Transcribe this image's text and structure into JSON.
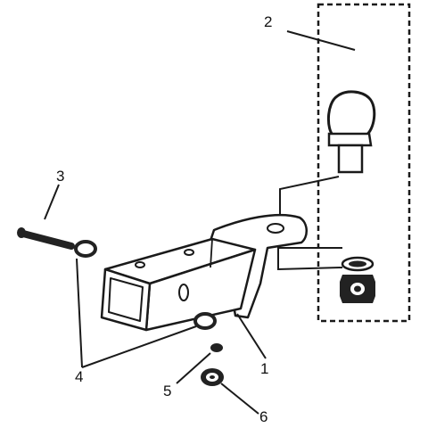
{
  "callouts": {
    "c1": "1",
    "c2": "2",
    "c3": "3",
    "c4": "4",
    "c5": "5",
    "c6": "6"
  },
  "parts": [
    {
      "id": "1",
      "icon": "hitch-receiver-icon"
    },
    {
      "id": "2",
      "icon": "hitch-ball-kit-icon"
    },
    {
      "id": "3",
      "icon": "pin-icon"
    },
    {
      "id": "4",
      "icon": "washer-icon"
    },
    {
      "id": "5",
      "icon": "lock-washer-icon"
    },
    {
      "id": "6",
      "icon": "nut-icon"
    }
  ],
  "colors": {
    "line": "#1a1a1a",
    "fill": "#ffffff",
    "dark": "#222222"
  }
}
